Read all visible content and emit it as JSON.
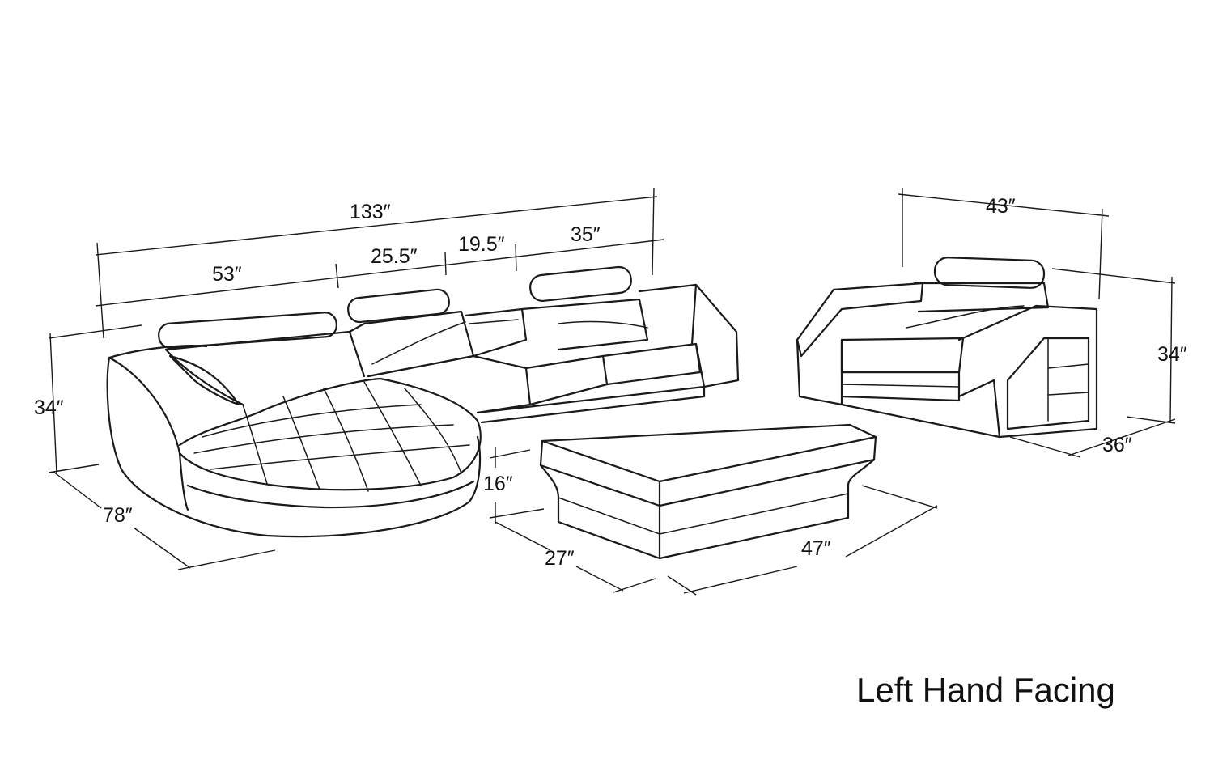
{
  "dimensions": {
    "sectional_total_width": "133″",
    "chaise_width": "53″",
    "seat_middle_width": "25.5″",
    "console_width": "19.5″",
    "seat_end_width": "35″",
    "sectional_height": "34″",
    "chaise_depth": "78″",
    "table_height": "16″",
    "table_depth": "27″",
    "table_width": "47″",
    "chair_width": "43″",
    "chair_height": "34″",
    "chair_depth": "36″"
  },
  "caption": "Left Hand Facing",
  "colors": {
    "line": "#1a1a1a",
    "background": "#ffffff"
  }
}
